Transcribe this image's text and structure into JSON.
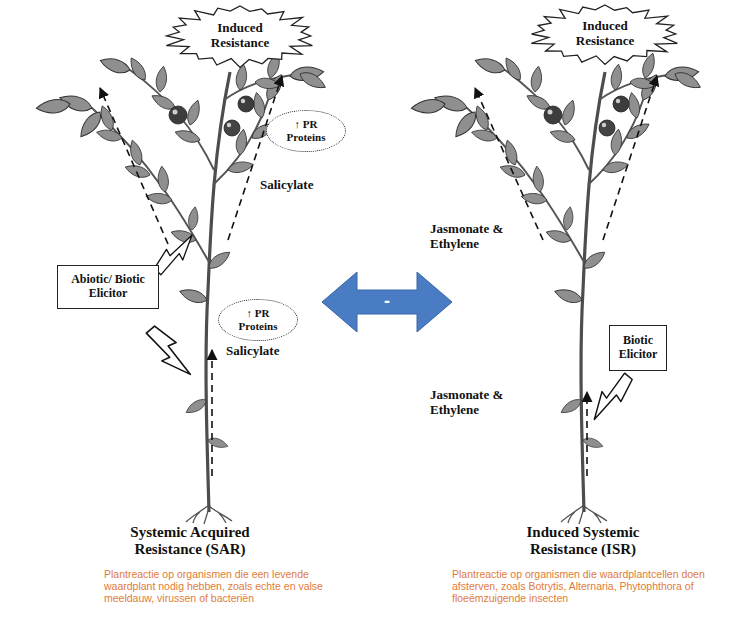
{
  "diagram": {
    "nodes": [
      {
        "text": [
          "Induced Resistance"
        ]
      },
      {
        "text": [
          "↑ PR Proteins"
        ]
      },
      {
        "text": [
          "Abiotic/ Biotic Elicitor"
        ]
      },
      {
        "text": [
          "↑ PR Proteins"
        ]
      },
      {
        "text": [
          "Induced Resistance"
        ]
      },
      {
        "text": [
          "Biotic Elicitor"
        ]
      }
    ],
    "labels": [
      "Salicylate",
      "Salicylate",
      "Jasmonate & Ethylene",
      "Jasmonate & Ethylene",
      "-",
      "Systemic Acquired Resistance (SAR)",
      "Induced Systemic Resistance (ISR)",
      "Plantreactie op organismen die een levende waardplant nodig hebben, zoals echte en valse meeldauw, virussen of bacteriën",
      "Plantreactie op organismen die waardplantcellen doen afsterven, zoals Botrytis, Alternaria, Phytophthora of floeëmzuigende insecten"
    ]
  }
}
